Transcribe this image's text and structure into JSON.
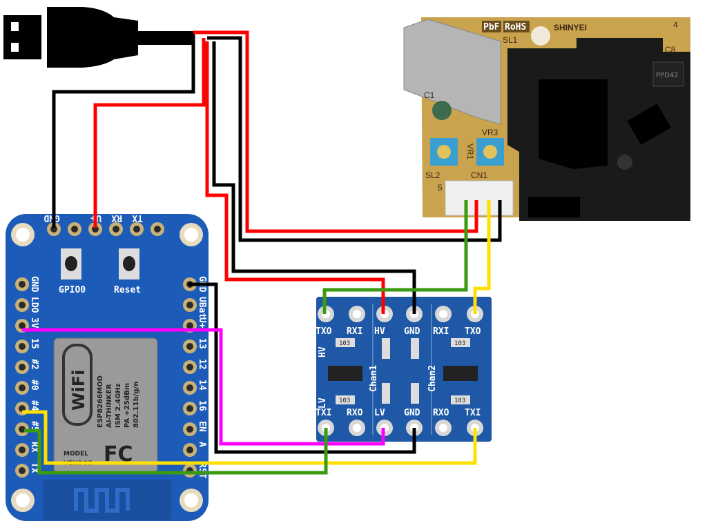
{
  "title": "ESP8266 + PPD42 dust sensor wiring via level shifter",
  "colors": {
    "red": "#ff0000",
    "black": "#000000",
    "green": "#3a9a10",
    "yellow": "#ffe000",
    "magenta": "#ff00ff",
    "esp_board": "#1c5cb8",
    "shifter_board": "#1e58a6",
    "sensor_pcb": "#c9a34e",
    "sensor_housing": "#1a1a1a"
  },
  "usb": {
    "icon": "usb-plug-icon"
  },
  "esp": {
    "top_pins": [
      "GND",
      "U+",
      "RX",
      "TX"
    ],
    "left_pins": [
      "GND",
      "LDO",
      "3V",
      "15",
      "#2",
      "#0",
      "#4",
      "#5",
      "RX",
      "TX"
    ],
    "right_pins": [
      "GND",
      "UBat",
      "U+",
      "13",
      "12",
      "14",
      "16",
      "EN",
      "A",
      "RST"
    ],
    "buttons": [
      "GPIO0",
      "Reset"
    ],
    "module_text": [
      "ESP8266MOD",
      "AI-THINKER",
      "ISM 2.4GHz",
      "PA +25dBm",
      "802.11b/g/n",
      "MODEL",
      "VENDOR"
    ],
    "wifi_logo": "WiFi",
    "fcc_logo": "FC"
  },
  "shifter": {
    "top_labels": [
      "TXO",
      "RXI",
      "HV",
      "GND",
      "RXI",
      "TXO"
    ],
    "bottom_labels": [
      "TXI",
      "RXO",
      "LV",
      "GND",
      "RXO",
      "TXI"
    ],
    "channels": [
      "Chan1",
      "Chan2"
    ],
    "side_labels": [
      "HV",
      "LV"
    ],
    "resistor": "103"
  },
  "sensor": {
    "labels": [
      "PbF",
      "RoHS",
      "SHINYEI",
      "SL1",
      "C1",
      "VR3",
      "VR1",
      "SL2",
      "CN1",
      "5",
      "4",
      "C8",
      "PPD42"
    ]
  }
}
